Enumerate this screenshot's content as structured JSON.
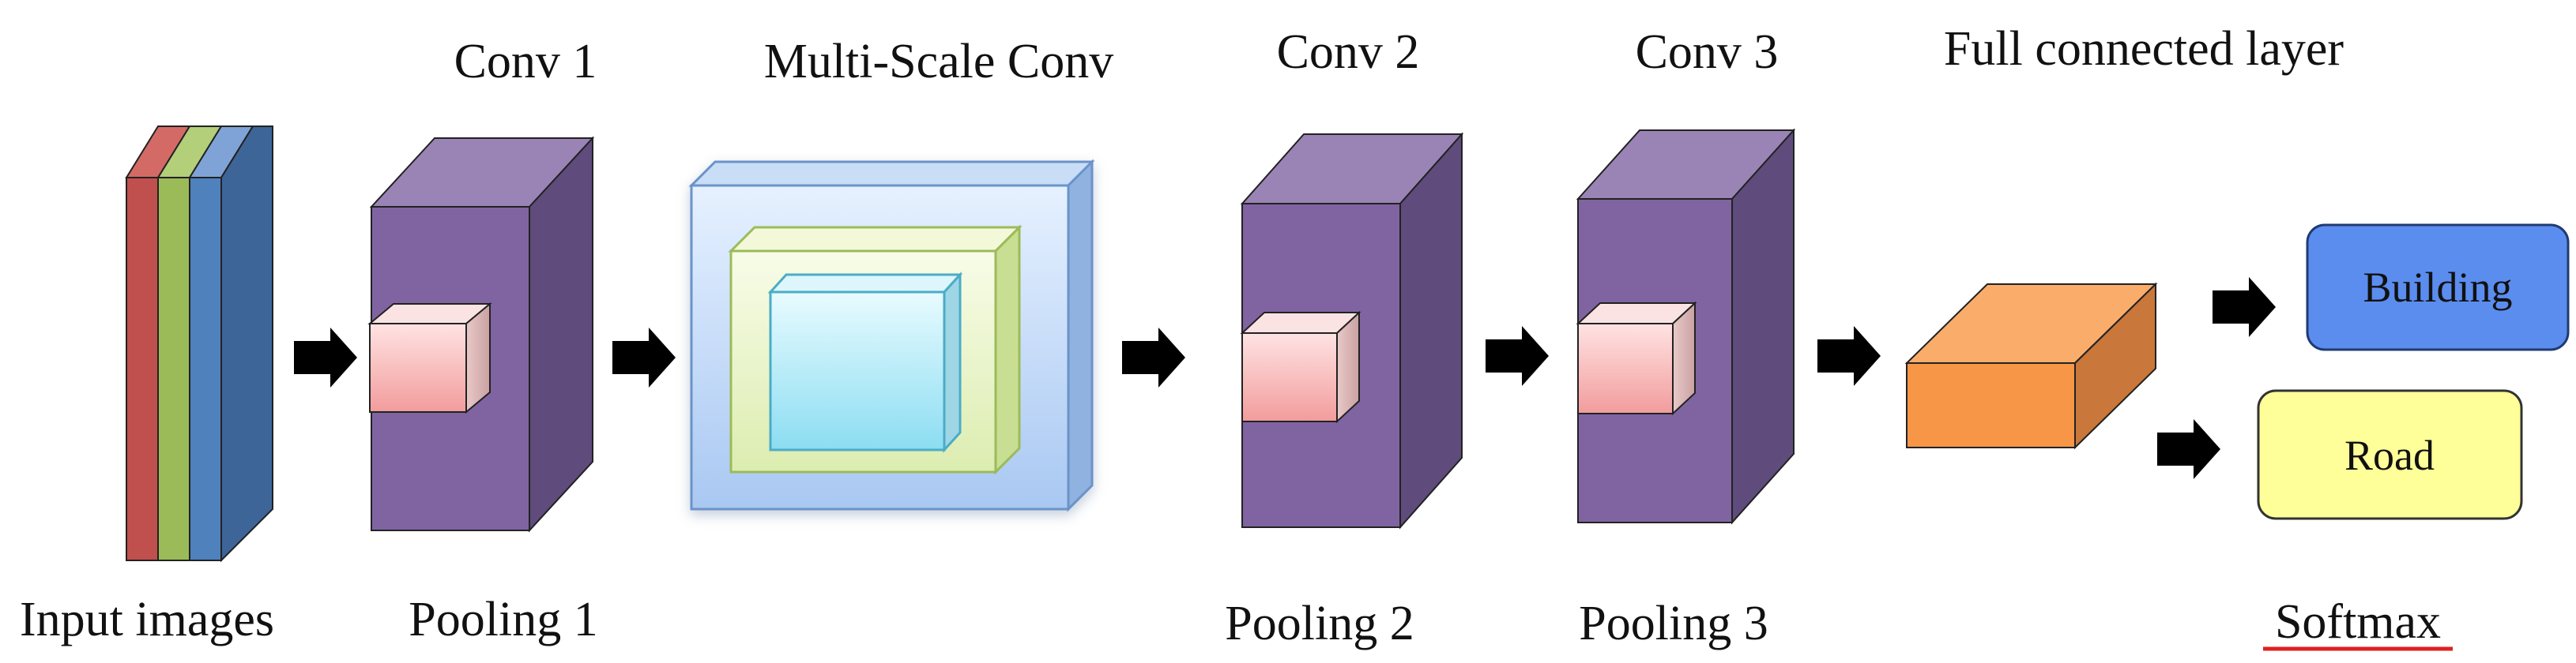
{
  "labels": {
    "conv1": "Conv 1",
    "multi_scale_conv": "Multi-Scale Conv",
    "conv2": "Conv 2",
    "conv3": "Conv 3",
    "full_connected": "Full connected layer",
    "input_images": "Input images",
    "pooling1": "Pooling 1",
    "pooling2": "Pooling 2",
    "pooling3": "Pooling 3",
    "softmax": "Softmax"
  },
  "outputs": {
    "building": "Building",
    "road": "Road"
  },
  "colors": {
    "conv_front": "#8064A2",
    "conv_top": "#9A84B6",
    "conv_side": "#5F4B7C",
    "input_red": "#C0504D",
    "input_green": "#9BBB59",
    "input_blue": "#4F81BD",
    "input_blue_dark": "#3D6598",
    "fc_front": "#F79646",
    "building_fill": "#5B8DEF",
    "road_fill": "#FFFF99",
    "softmax_underline": "#E02020"
  }
}
